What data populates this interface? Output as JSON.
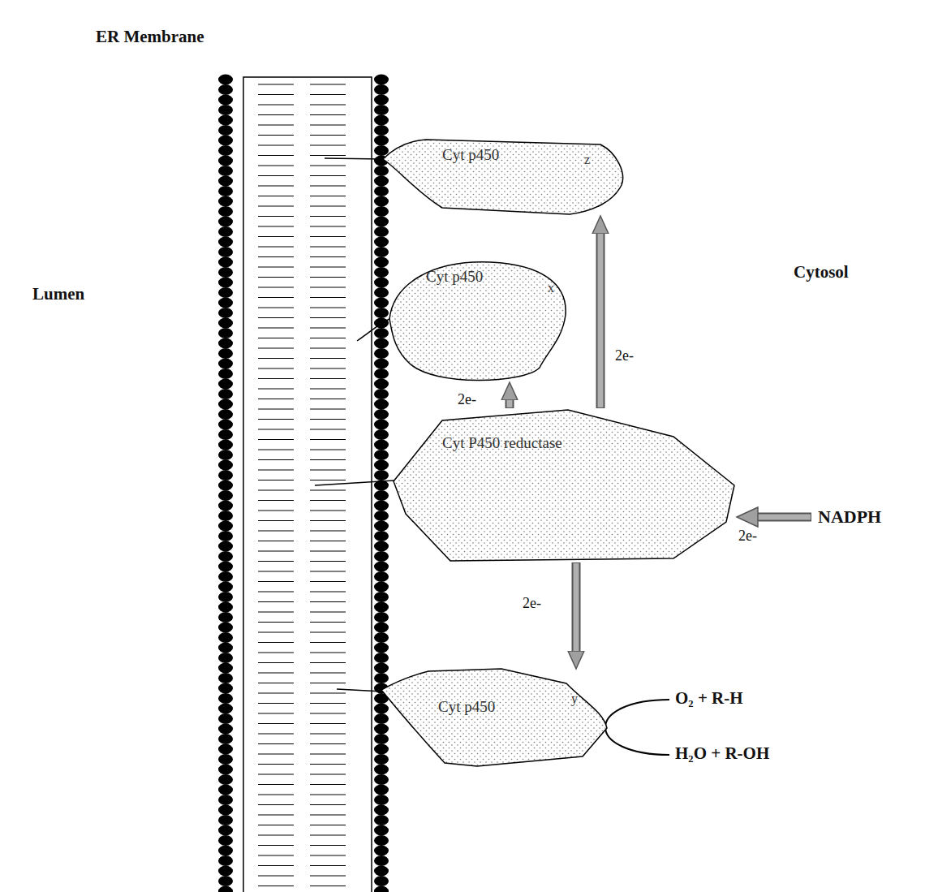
{
  "diagram": {
    "nodes": [
      {
        "text": [
          "Cyt p450",
          "z"
        ]
      },
      {
        "text": [
          "Cyt p450",
          "x"
        ]
      },
      {
        "text": [
          "Cyt P450 reductase"
        ]
      },
      {
        "text": [
          "Cyt p450",
          "y"
        ]
      }
    ],
    "edges": [
      {
        "from": 2,
        "to": 1,
        "label": "2e-",
        "arrow": "to"
      },
      {
        "from": 2,
        "to": 0,
        "label": "2e-",
        "arrow": "to"
      },
      {
        "from": 2,
        "to": 3,
        "label": "2e-",
        "arrow": "to"
      }
    ],
    "labels": [
      "ER Membrane",
      "Lumen",
      "Cytosol",
      "NADPH",
      "2e-",
      "O₂ + R-H",
      "H₂O + R-OH"
    ]
  }
}
